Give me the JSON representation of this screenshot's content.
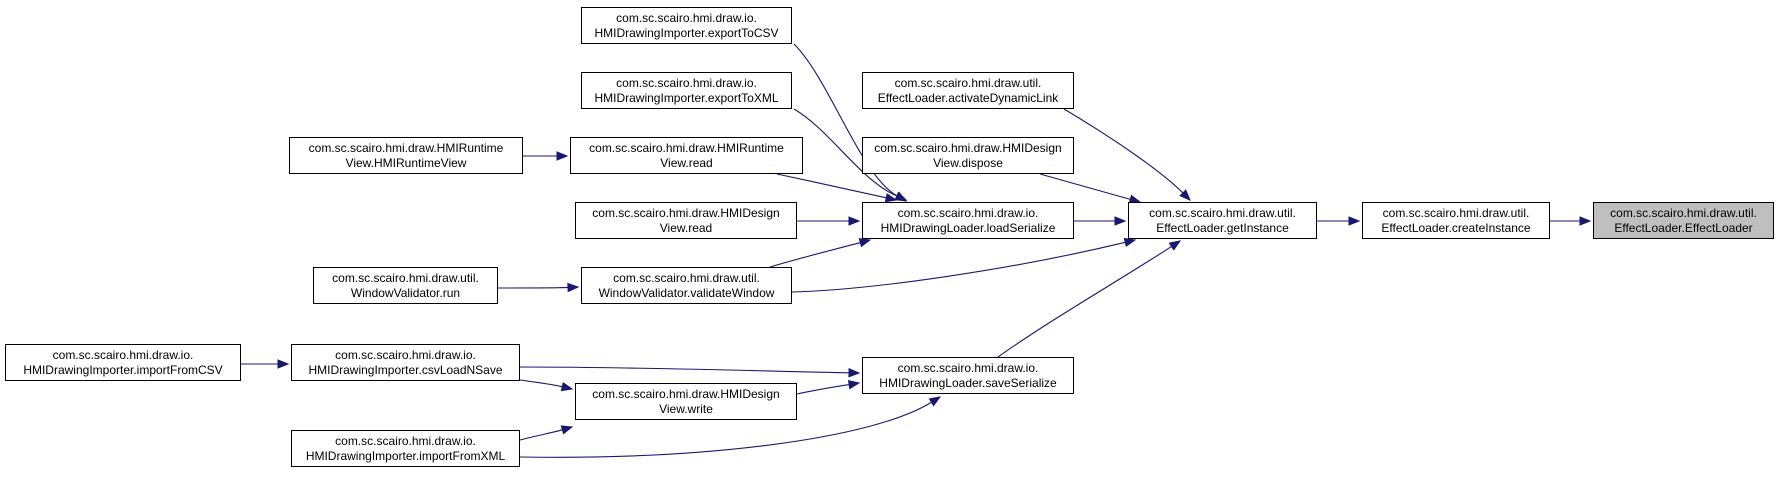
{
  "diagram": {
    "colors": {
      "edge": "#191970",
      "node_border": "#000000",
      "selected_fill": "#bfbfbf",
      "node_fill": "#ffffff"
    },
    "nodes": [
      {
        "id": "effectloader-ctor",
        "lines": [
          "com.sc.scairo.hmi.draw.util.",
          "EffectLoader.EffectLoader"
        ],
        "selected": true
      },
      {
        "id": "createinstance",
        "lines": [
          "com.sc.scairo.hmi.draw.util.",
          "EffectLoader.createInstance"
        ]
      },
      {
        "id": "getinstance",
        "lines": [
          "com.sc.scairo.hmi.draw.util.",
          "EffectLoader.getInstance"
        ]
      },
      {
        "id": "activatedynamiclink",
        "lines": [
          "com.sc.scairo.hmi.draw.util.",
          "EffectLoader.activateDynamicLink"
        ]
      },
      {
        "id": "designview-dispose",
        "lines": [
          "com.sc.scairo.hmi.draw.HMIDesign",
          "View.dispose"
        ]
      },
      {
        "id": "loadserialize",
        "lines": [
          "com.sc.scairo.hmi.draw.io.",
          "HMIDrawingLoader.loadSerialize"
        ]
      },
      {
        "id": "saveserialize",
        "lines": [
          "com.sc.scairo.hmi.draw.io.",
          "HMIDrawingLoader.saveSerialize"
        ]
      },
      {
        "id": "exporttocsv",
        "lines": [
          "com.sc.scairo.hmi.draw.io.",
          "HMIDrawingImporter.exportToCSV"
        ]
      },
      {
        "id": "exporttoxml",
        "lines": [
          "com.sc.scairo.hmi.draw.io.",
          "HMIDrawingImporter.exportToXML"
        ]
      },
      {
        "id": "runtimeview-read",
        "lines": [
          "com.sc.scairo.hmi.draw.HMIRuntime",
          "View.read"
        ]
      },
      {
        "id": "designview-read",
        "lines": [
          "com.sc.scairo.hmi.draw.HMIDesign",
          "View.read"
        ]
      },
      {
        "id": "validatewindow",
        "lines": [
          "com.sc.scairo.hmi.draw.util.",
          "WindowValidator.validateWindow"
        ]
      },
      {
        "id": "runtimeview-ctor",
        "lines": [
          "com.sc.scairo.hmi.draw.HMIRuntime",
          "View.HMIRuntimeView"
        ]
      },
      {
        "id": "windowvalidator-run",
        "lines": [
          "com.sc.scairo.hmi.draw.util.",
          "WindowValidator.run"
        ]
      },
      {
        "id": "csvloadnsave",
        "lines": [
          "com.sc.scairo.hmi.draw.io.",
          "HMIDrawingImporter.csvLoadNSave"
        ]
      },
      {
        "id": "designview-write",
        "lines": [
          "com.sc.scairo.hmi.draw.HMIDesign",
          "View.write"
        ]
      },
      {
        "id": "importfromcsv",
        "lines": [
          "com.sc.scairo.hmi.draw.io.",
          "HMIDrawingImporter.importFromCSV"
        ]
      },
      {
        "id": "importfromxml",
        "lines": [
          "com.sc.scairo.hmi.draw.io.",
          "HMIDrawingImporter.importFromXML"
        ]
      }
    ],
    "edges": [
      {
        "from": "createinstance",
        "to": "effectloader-ctor"
      },
      {
        "from": "getinstance",
        "to": "createinstance"
      },
      {
        "from": "activatedynamiclink",
        "to": "getinstance"
      },
      {
        "from": "designview-dispose",
        "to": "getinstance"
      },
      {
        "from": "loadserialize",
        "to": "getinstance"
      },
      {
        "from": "validatewindow",
        "to": "getinstance"
      },
      {
        "from": "saveserialize",
        "to": "getinstance"
      },
      {
        "from": "exporttocsv",
        "to": "loadserialize"
      },
      {
        "from": "exporttoxml",
        "to": "loadserialize"
      },
      {
        "from": "runtimeview-read",
        "to": "loadserialize"
      },
      {
        "from": "designview-read",
        "to": "loadserialize"
      },
      {
        "from": "validatewindow",
        "to": "loadserialize"
      },
      {
        "from": "runtimeview-ctor",
        "to": "runtimeview-read"
      },
      {
        "from": "windowvalidator-run",
        "to": "validatewindow"
      },
      {
        "from": "csvloadnsave",
        "to": "saveserialize"
      },
      {
        "from": "designview-write",
        "to": "saveserialize"
      },
      {
        "from": "importfromxml",
        "to": "saveserialize"
      },
      {
        "from": "importfromcsv",
        "to": "csvloadnsave"
      },
      {
        "from": "csvloadnsave",
        "to": "designview-write"
      },
      {
        "from": "importfromxml",
        "to": "designview-write"
      }
    ]
  }
}
